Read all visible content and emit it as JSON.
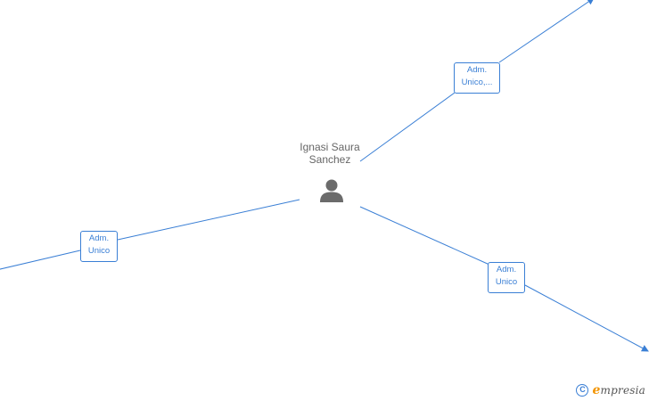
{
  "center_node": {
    "name_line1": "Ignasi Saura",
    "name_line2": "Sanchez",
    "icon": "person-icon"
  },
  "edges": [
    {
      "id": "top",
      "label_line1": "Adm.",
      "label_line2": "Unico,..."
    },
    {
      "id": "left",
      "label_line1": "Adm.",
      "label_line2": "Unico"
    },
    {
      "id": "right",
      "label_line1": "Adm.",
      "label_line2": "Unico"
    }
  ],
  "watermark": {
    "copyright_symbol": "C",
    "brand_initial": "e",
    "brand_rest": "mpresia"
  },
  "colors": {
    "edge": "#3a7fd5",
    "node_text": "#666666",
    "person_icon": "#6b6b6b",
    "brand_accent": "#f29400"
  }
}
